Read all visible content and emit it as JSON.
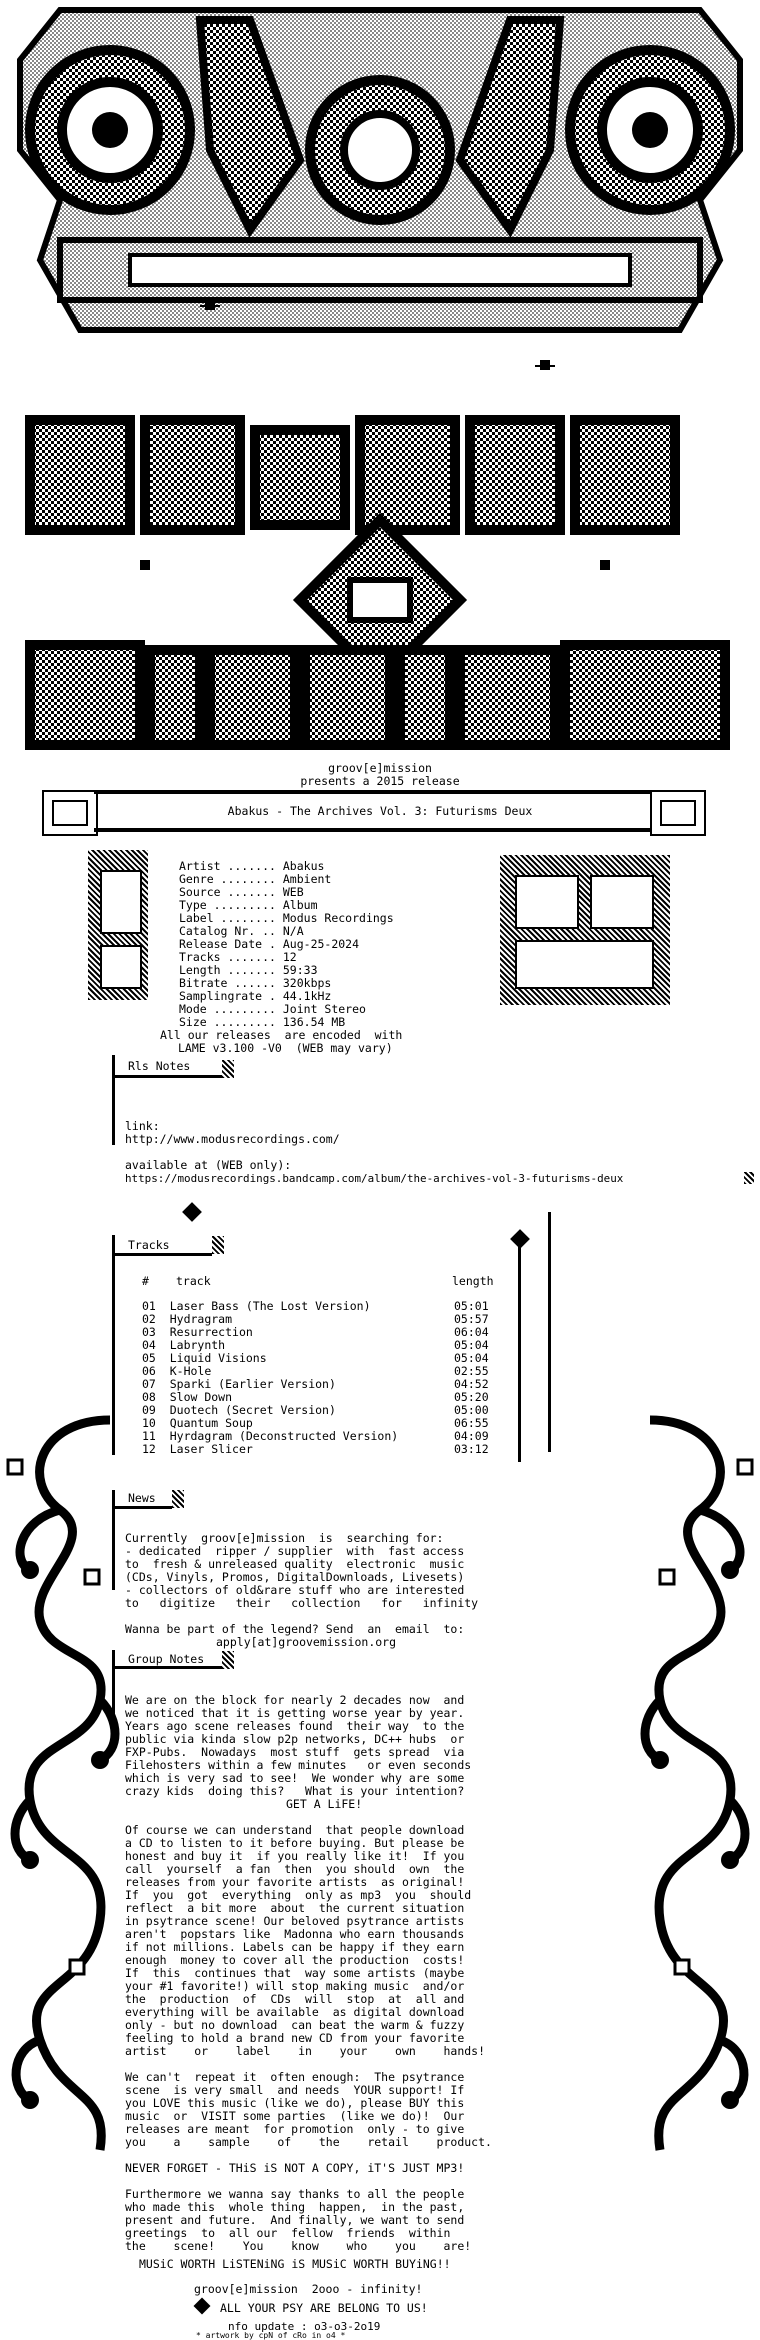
{
  "header": {
    "group": "groov[e]mission",
    "presents": "presents a 2015 release",
    "title": "Abakus - The Archives Vol. 3: Futurisms Deux"
  },
  "info": [
    {
      "k": "Artist .......",
      "v": "Abakus"
    },
    {
      "k": "Genre ........",
      "v": "Ambient"
    },
    {
      "k": "Source .......",
      "v": "WEB"
    },
    {
      "k": "Type .........",
      "v": "Album"
    },
    {
      "k": "Label ........",
      "v": "Modus Recordings"
    },
    {
      "k": "Catalog Nr. ..",
      "v": "N/A"
    },
    {
      "k": "Release Date .",
      "v": "Aug-25-2024"
    },
    {
      "k": "Tracks .......",
      "v": "12"
    },
    {
      "k": "Length .......",
      "v": "59:33"
    },
    {
      "k": "Bitrate ......",
      "v": "320kbps"
    },
    {
      "k": "Samplingrate .",
      "v": "44.1kHz"
    },
    {
      "k": "Mode .........",
      "v": "Joint Stereo"
    },
    {
      "k": "Size .........",
      "v": "136.54 MB"
    }
  ],
  "encode_line1": "All our releases  are encoded  with",
  "encode_line2": "LAME v3.100 -V0  (WEB may vary)",
  "rls": {
    "label": "Rls Notes",
    "link_label": "link:",
    "link": "http://www.modusrecordings.com/",
    "avail_label": "available at (WEB only):",
    "avail": "https://modusrecordings.bandcamp.com/album/the-archives-vol-3-futurisms-deux"
  },
  "tracks": {
    "label": "Tracks",
    "col_num": "#",
    "col_track": "track",
    "col_length": "length",
    "list": [
      {
        "n": "01",
        "t": "Laser Bass (The Lost Version)",
        "l": "05:01"
      },
      {
        "n": "02",
        "t": "Hydragram",
        "l": "05:57"
      },
      {
        "n": "03",
        "t": "Resurrection",
        "l": "06:04"
      },
      {
        "n": "04",
        "t": "Labrynth",
        "l": "05:04"
      },
      {
        "n": "05",
        "t": "Liquid Visions",
        "l": "05:04"
      },
      {
        "n": "06",
        "t": "K-Hole",
        "l": "02:55"
      },
      {
        "n": "07",
        "t": "Sparki (Earlier Version)",
        "l": "04:52"
      },
      {
        "n": "08",
        "t": "Slow Down",
        "l": "05:20"
      },
      {
        "n": "09",
        "t": "Duotech (Secret Version)",
        "l": "05:00"
      },
      {
        "n": "10",
        "t": "Quantum Soup",
        "l": "06:55"
      },
      {
        "n": "11",
        "t": "Hyrdagram (Deconstructed Version)",
        "l": "04:09"
      },
      {
        "n": "12",
        "t": "Laser Slicer",
        "l": "03:12"
      }
    ]
  },
  "news": {
    "label": "News",
    "lines": [
      "Currently  groov[e]mission  is  searching for:",
      "- dedicated  ripper / supplier  with  fast access",
      "to  fresh & unreleased quality  electronic  music",
      "(CDs, Vinyls, Promos, DigitalDownloads, Livesets)",
      "- collectors of old&rare stuff who are interested",
      "to   digitize   their   collection   for   infinity"
    ],
    "want1": "Wanna be part of the legend? Send  an  email  to:",
    "want2": "apply[at]groovemission.org"
  },
  "group_notes": {
    "label": "Group Notes",
    "p1": [
      "We are on the block for nearly 2 decades now  and",
      "we noticed that it is getting worse year by year.",
      "Years ago scene releases found  their way  to the",
      "public via kinda slow p2p networks, DC++ hubs  or",
      "FXP-Pubs.  Nowadays  most stuff  gets spread  via",
      "Filehosters within a few minutes   or even seconds",
      "which is very sad to see!  We wonder why are some",
      "crazy kids  doing this?   What is your intention?"
    ],
    "p1_end": "GET A LiFE!",
    "p2": [
      "Of course we can understand  that people download",
      "a CD to listen to it before buying. But please be",
      "honest and buy it  if you really like it!  If you",
      "call  yourself  a fan  then  you should  own  the",
      "releases from your favorite artists  as original!",
      "If  you  got  everything  only as mp3  you  should",
      "reflect  a bit more  about  the current situation",
      "in psytrance scene! Our beloved psytrance artists",
      "aren't  popstars like  Madonna who earn thousands",
      "if not millions. Labels can be happy if they earn",
      "enough  money to cover all the production  costs!",
      "If  this  continues that  way some artists (maybe",
      "your #1 favorite!) will stop making music  and/or",
      "the  production  of  CDs  will  stop  at  all and",
      "everything will be available  as digital download",
      "only - but no download  can beat the warm & fuzzy",
      "feeling to hold a brand new CD from your favorite",
      "artist    or    label    in    your    own    hands!"
    ],
    "p3": [
      "We can't  repeat it  often enough:  The psytrance",
      "scene  is very small  and needs  YOUR support! If",
      "you LOVE this music (like we do), please BUY this",
      "music  or  VISIT some parties  (like we do)!  Our",
      "releases are meant  for promotion  only - to give",
      "you    a    sample    of    the    retail    product."
    ],
    "never": "NEVER FORGET - THiS iS NOT A COPY, iT'S JUST MP3!",
    "p4": [
      "Furthermore we wanna say thanks to all the people",
      "who made this  whole thing  happen,  in the past,",
      "present and future.  And finally, we want to send",
      "greetings  to  all our  fellow  friends  within",
      "the    scene!    You    know    who    you    are!"
    ]
  },
  "footer": {
    "music": "MUSiC WORTH LiSTENiNG iS MUSiC WORTH BUYiNG!!",
    "infinity": "groov[e]mission  2ooo - infinity!",
    "psy": "ALL YOUR PSY ARE BELONG TO US!",
    "nfo": "nfo update : o3-o3-2o19",
    "artwork": "* artwork by cpN of cRo in o4 *"
  }
}
